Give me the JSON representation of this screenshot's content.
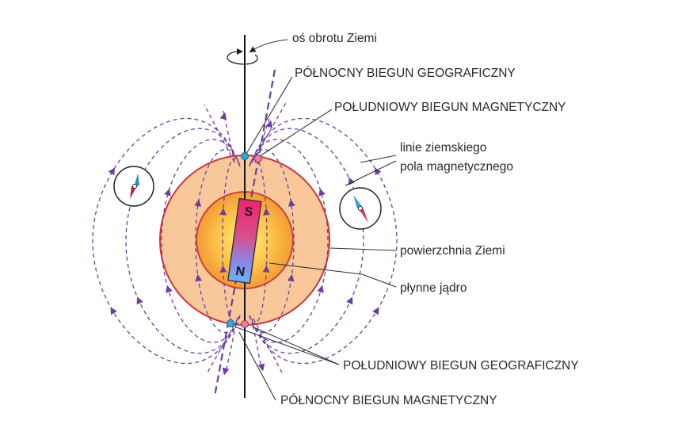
{
  "labels": {
    "axis": "oś obrotu Ziemi",
    "north_geo": "PÓŁNOCNY BIEGUN GEOGRAFICZNY",
    "south_mag": "POŁUDNIOWY BIEGUN MAGNETYCZNY",
    "field_lines_1": "linie ziemskiego",
    "field_lines_2": "pola magnetycznego",
    "surface": "powierzchnia Ziemi",
    "core": "płynne jądro",
    "south_geo": "POŁUDNIOWY BIEGUN GEOGRAFICZNY",
    "north_mag": "PÓŁNOCNY BIEGUN MAGNETYCZNY"
  },
  "magnet": {
    "top_pole": "S",
    "bottom_pole": "N"
  },
  "colors": {
    "field_line": "#6b3fa0",
    "earth_mantle": "#f8c89a",
    "earth_outline": "#c8373a",
    "core_center": "#ffe27a",
    "core_edge": "#f4a23a",
    "magnet_top": "#f0246e",
    "magnet_bottom": "#6fa8f5",
    "geo_pole_dot": "#2fa8d8",
    "mag_pole_dot": "#f07aa0"
  }
}
